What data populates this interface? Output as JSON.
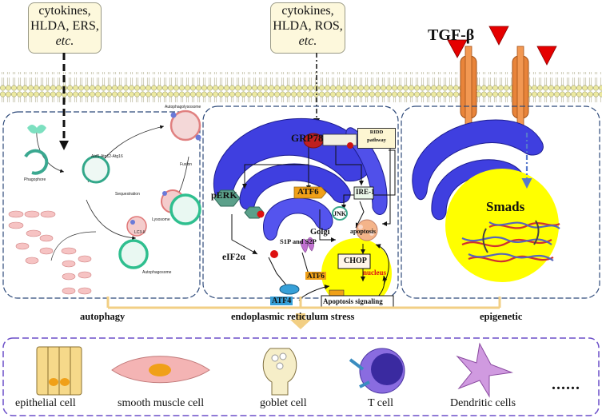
{
  "stimuli": {
    "left": {
      "line1": "cytokines,",
      "line2": "HLDA, ERS,",
      "line3": "etc."
    },
    "middle": {
      "line1": "cytokines,",
      "line2": "HLDA, ROS,",
      "line3": "etc."
    },
    "ligand": "TGF-β"
  },
  "autophagy": {
    "caption": "autophagy",
    "labels": {
      "autophagolysosome": "Autophagolysosome",
      "fusion": "Fusion",
      "complex": "Atd5-Atg12-Atg16",
      "phagophore": "Phagophore",
      "sequestration": "Sequestration",
      "lysosome": "Lysosome",
      "lc3": "LC3-II",
      "autophagosome": "Autophagosome"
    }
  },
  "er_stress": {
    "caption": "endoplasmic reticulum stress",
    "grp78": "GRP78",
    "ridd": {
      "line1": "RIDD",
      "line2": "pathway"
    },
    "perk": "pERK",
    "atf6": "ATF6",
    "ire1": "IRE-1",
    "jnk": "JNK",
    "apoptosis": "apoptosis",
    "golgi": "Golgi",
    "s1p_s2p": "S1P and S2P",
    "eif2a": "eIF2α",
    "atf6_cleaved": "ATF6",
    "chop": "CHOP",
    "nucleus": "nucleus",
    "atf4": "ATF4",
    "apoptosis_signaling": "Apoptosis signaling"
  },
  "epigenetic": {
    "caption": "epigenetic",
    "smads": "Smads"
  },
  "cells": {
    "epithelial": "epithelial cell",
    "smooth_muscle": "smooth muscle cell",
    "goblet": "goblet cell",
    "t_cell": "T cell",
    "dendritic": "Dendritic cells",
    "more": "......"
  },
  "colors": {
    "er_blue": "#3f3fe0",
    "nucleus_yellow": "#ffff00",
    "panel_border": "#2e4a7a",
    "connector_gold": "#f2cf84",
    "bottom_border": "#6b4fc8",
    "receptor_orange": "#e8843a",
    "tgf_red": "#e50000"
  }
}
